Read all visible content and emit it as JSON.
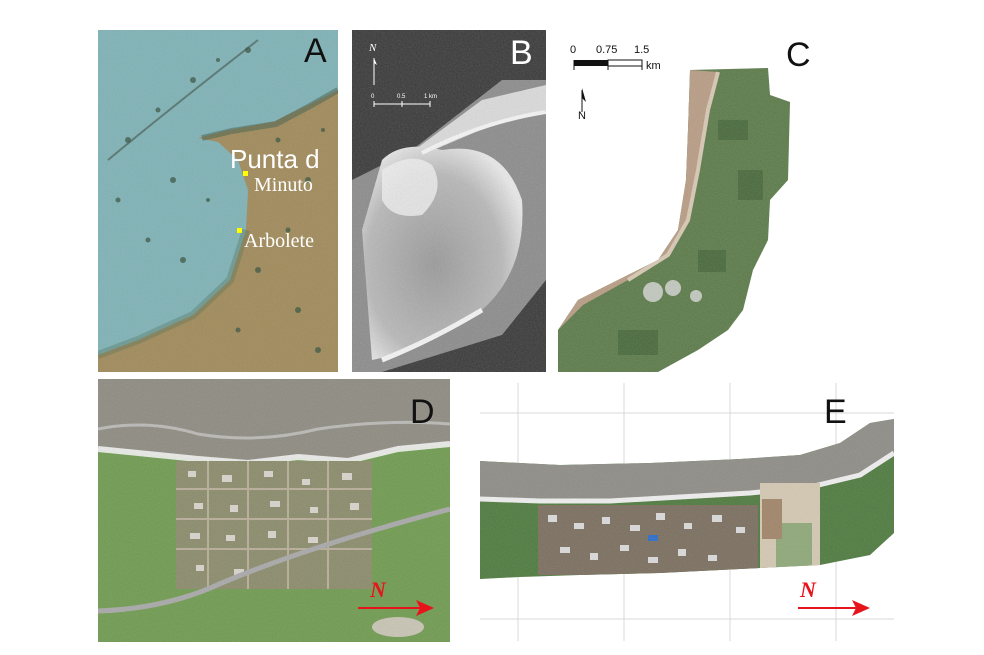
{
  "panels": {
    "a": {
      "label": "A",
      "place_title": "Punta d",
      "place_1": "Minuto",
      "place_2": "Arbolete",
      "colors": {
        "sea": "#7fb2b6",
        "land": "#a08a5a",
        "marker": "#ffff00"
      }
    },
    "b": {
      "label": "B",
      "north": "N",
      "scale_0": "0",
      "scale_1": "0.5",
      "scale_2": "1 km"
    },
    "c": {
      "label": "C",
      "scale_0": "0",
      "scale_1": "0.75",
      "scale_2": "1.5",
      "scale_unit": "km",
      "north": "N"
    },
    "d": {
      "label": "D",
      "north": "N",
      "colors": {
        "arrow": "#e8141c"
      }
    },
    "e": {
      "label": "E",
      "north": "N",
      "colors": {
        "arrow": "#e8141c"
      }
    }
  }
}
